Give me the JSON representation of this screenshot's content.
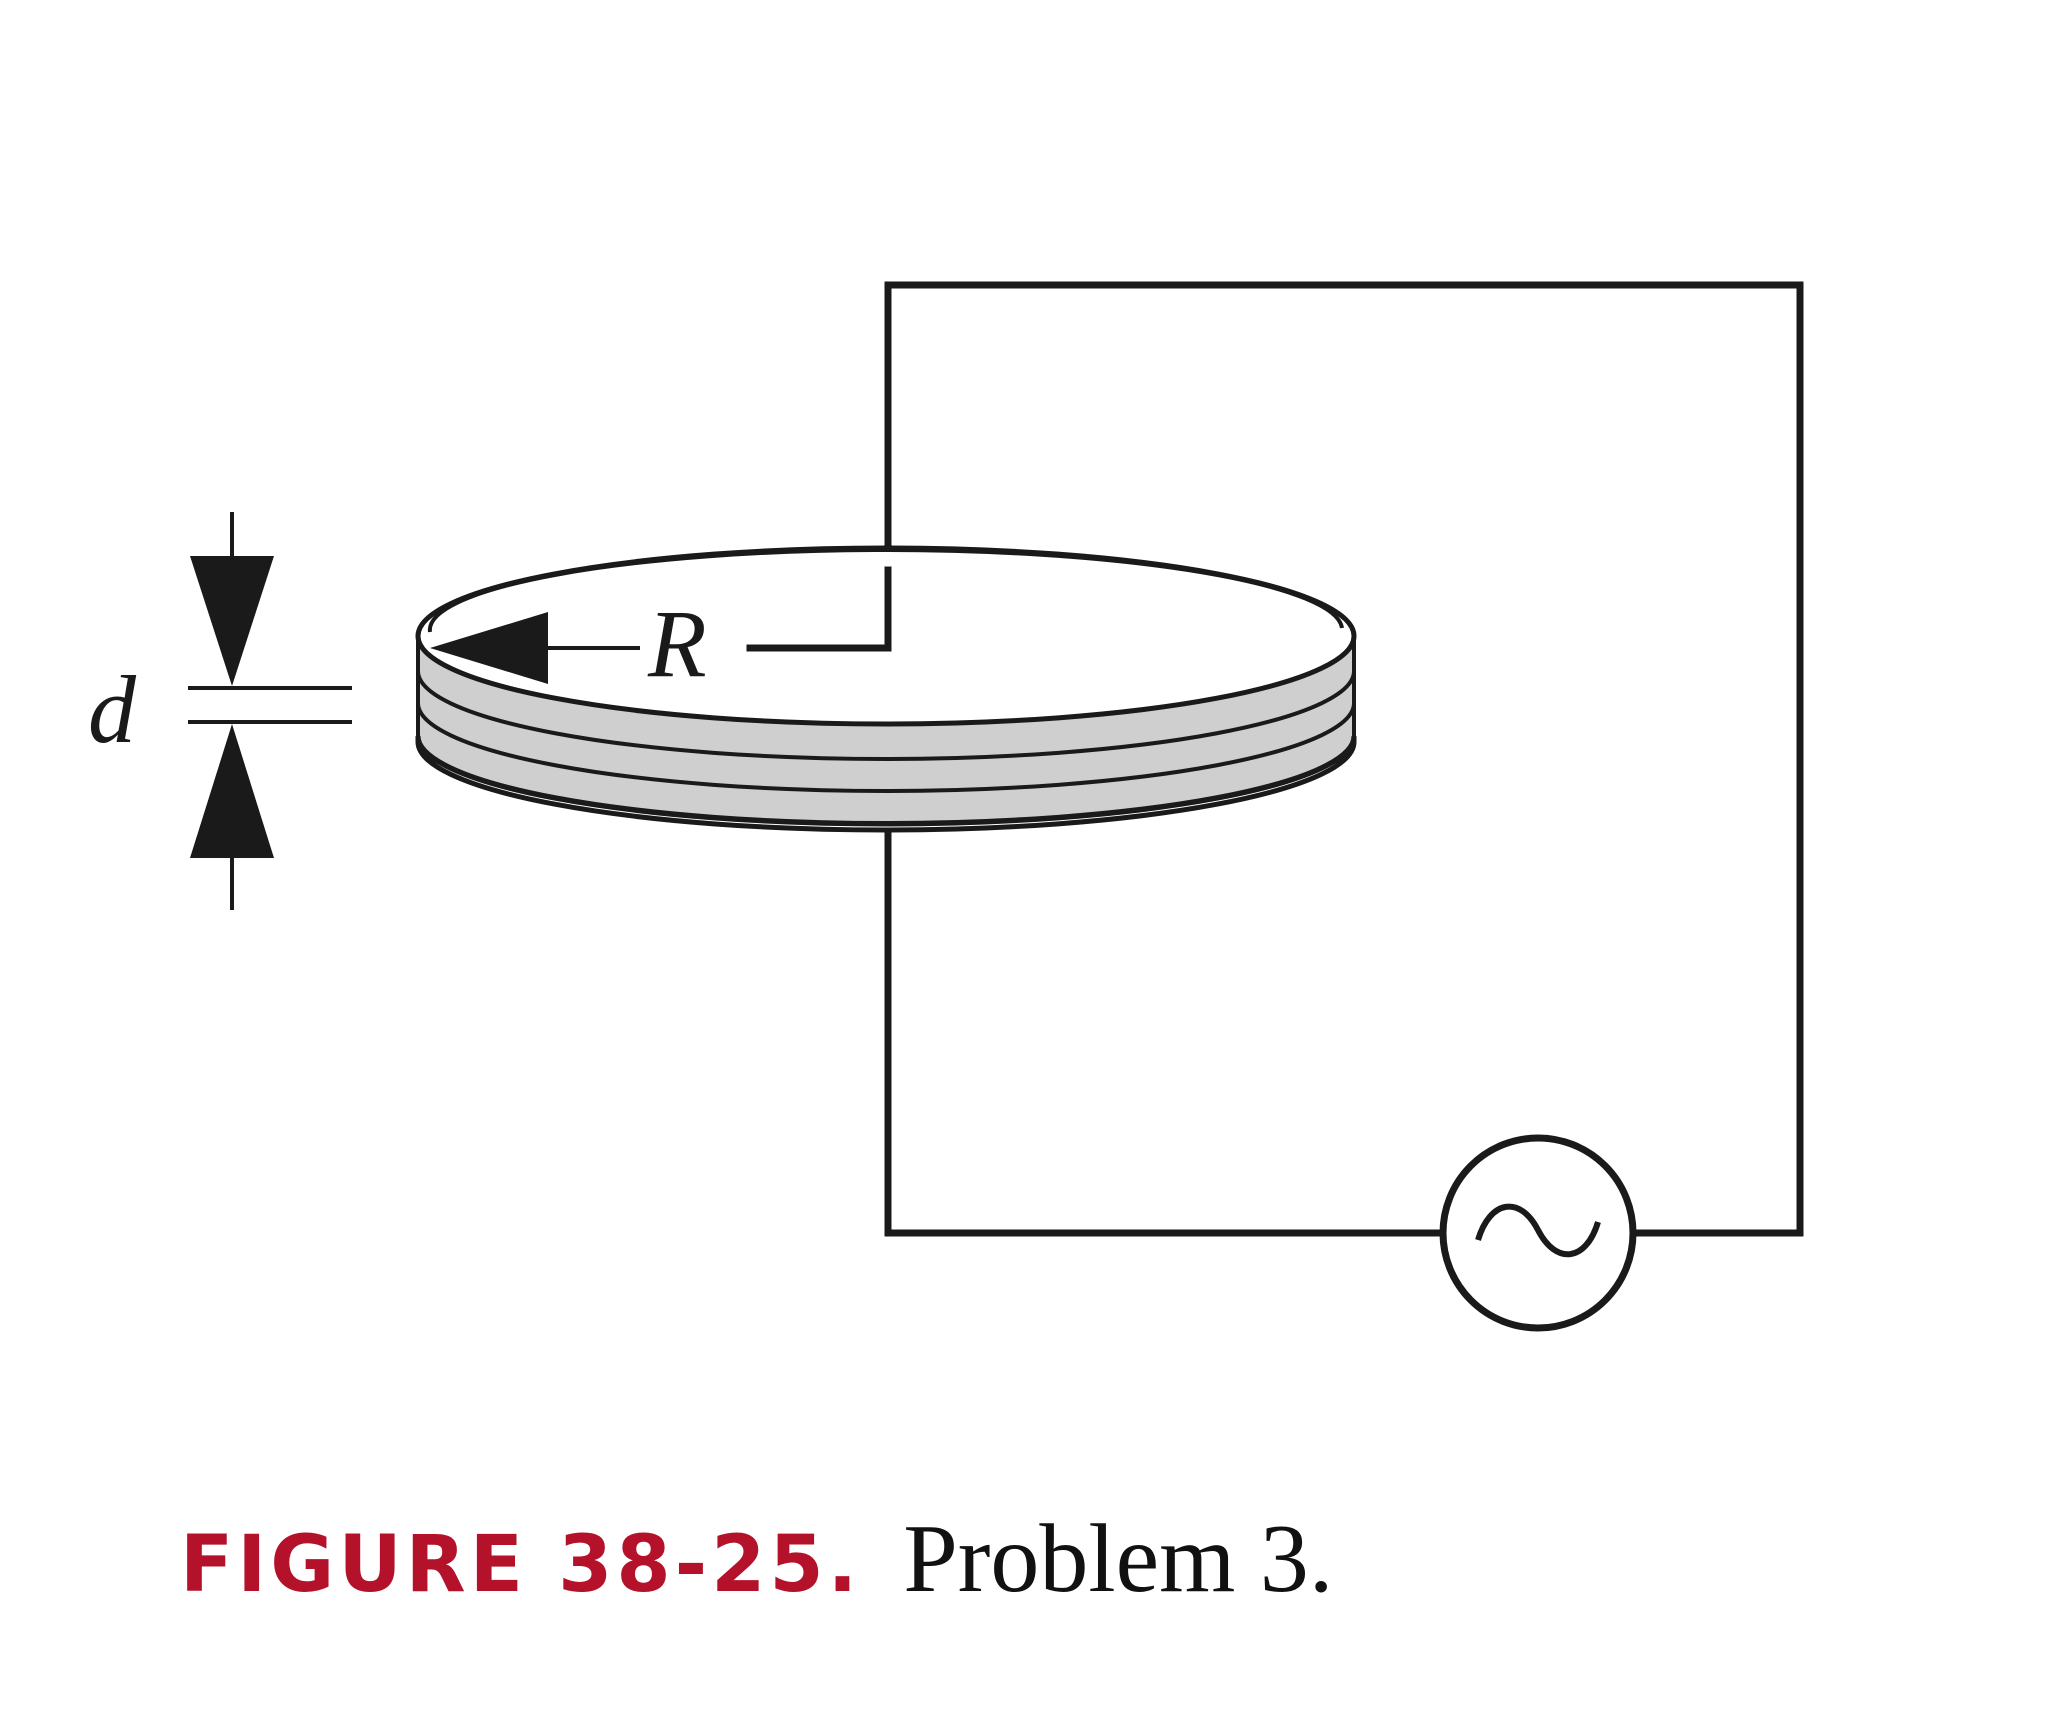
{
  "figure": {
    "labels": {
      "gap": "d",
      "radius": "R"
    },
    "source_symbol": "∼",
    "caption": {
      "label": "FIGURE 38-25.",
      "text": "Problem 3."
    },
    "colors": {
      "ink": "#1a1a1a",
      "caption_label": "#b3122a",
      "plate_shading": "#cfcfcf"
    }
  }
}
